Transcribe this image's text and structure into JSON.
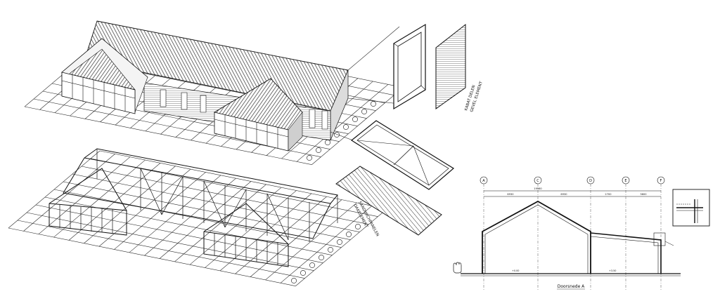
{
  "labels": {
    "facade_element": [
      "KABAT DELEN",
      "GEVEL ELEMENT"
    ],
    "roof_element": [
      "SANDWICHPANELEN",
      "DAKELEMENT"
    ],
    "section_title": "Doorsnede A"
  },
  "section": {
    "axis_labels": [
      "A",
      "C",
      "D",
      "E",
      "F"
    ],
    "span_dimensions": [
      "6930",
      "6930",
      "2700",
      "3600"
    ],
    "total_dimension": "19560",
    "level_labels": [
      "+0.00",
      "+3.50"
    ]
  },
  "colors": {
    "line": "#1a1a1a",
    "grid": "#2a2a2a",
    "roof_fill": "#5a5a5a",
    "background": "#ffffff"
  }
}
